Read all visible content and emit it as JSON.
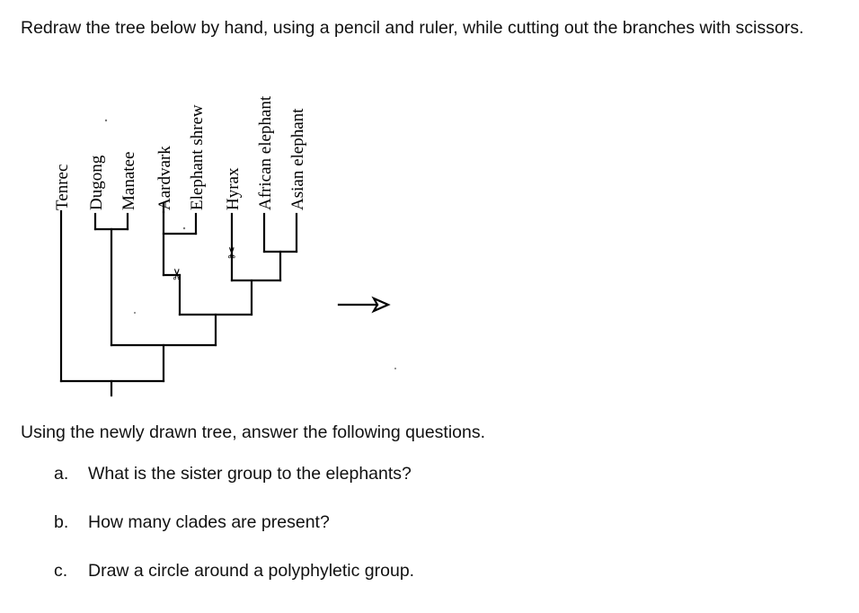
{
  "instructions": "Redraw the tree below by hand, using a pencil and ruler, while cutting out the branches with scissors.",
  "tree": {
    "taxa": [
      {
        "name": "Tenrec"
      },
      {
        "name": "Dugong"
      },
      {
        "name": "Manatee"
      },
      {
        "name": "Aardvark"
      },
      {
        "name": "Elephant shrew"
      },
      {
        "name": "Hyrax"
      },
      {
        "name": "African elephant"
      },
      {
        "name": "Asian elephant"
      }
    ],
    "scissor_glyph": "✂",
    "cut_marks_on": [
      "Aardvark/Elephant shrew node",
      "Hyrax"
    ],
    "arrow": "right"
  },
  "questions": {
    "intro": "Using the newly drawn tree, answer the following questions.",
    "items": [
      {
        "letter": "a.",
        "text": "What is the sister group to the elephants?"
      },
      {
        "letter": "b.",
        "text": "How many clades are present?"
      },
      {
        "letter": "c.",
        "text": "Draw a circle around a polyphyletic group."
      }
    ]
  }
}
